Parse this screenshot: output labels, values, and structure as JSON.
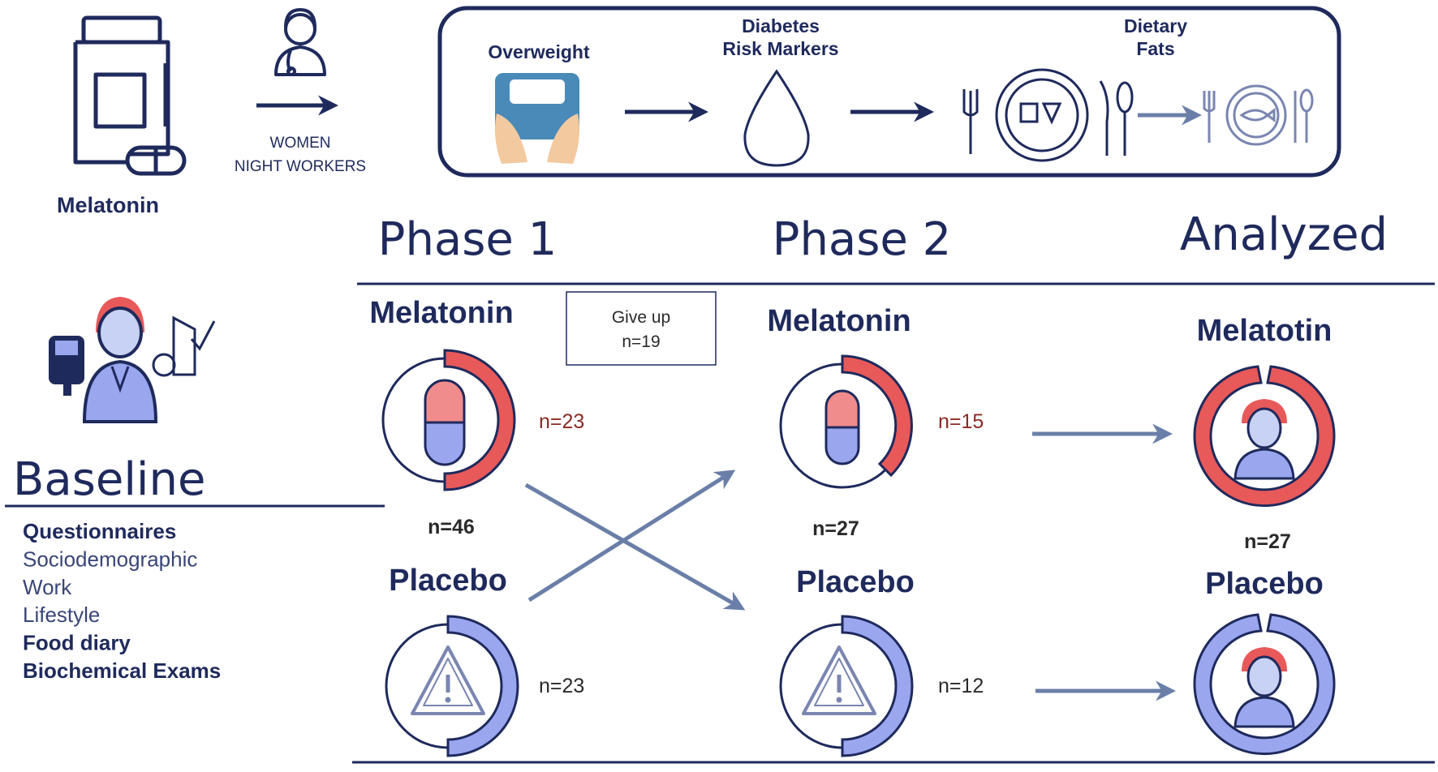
{
  "header": {
    "melatonin_label": "Melatonin",
    "workers_line1": "WOMEN",
    "workers_line2": "NIGHT WORKERS",
    "flow": {
      "overweight": "Overweight",
      "diabetes_line1": "Diabetes",
      "diabetes_line2": "Risk Markers",
      "fats_line1": "Dietary",
      "fats_line2": "Fats"
    }
  },
  "phases": {
    "phase1": "Phase 1",
    "phase2": "Phase 2",
    "analyzed": "Analyzed"
  },
  "baseline": {
    "title": "Baseline",
    "items": [
      {
        "text": "Questionnaires",
        "bold": true
      },
      {
        "text": "Sociodemographic",
        "bold": false
      },
      {
        "text": "Work",
        "bold": false
      },
      {
        "text": "Lifestyle",
        "bold": false
      },
      {
        "text": "Food diary",
        "bold": true
      },
      {
        "text": "Biochemical Exams",
        "bold": true
      }
    ]
  },
  "phase1": {
    "melatonin": "Melatonin",
    "melatonin_n": "n=23",
    "total_n": "n=46",
    "placebo": "Placebo",
    "placebo_n": "n=23",
    "giveup_line1": "Give up",
    "giveup_line2": "n=19"
  },
  "phase2": {
    "melatonin": "Melatonin",
    "melatonin_n": "n=15",
    "total_n": "n=27",
    "placebo": "Placebo",
    "placebo_n": "n=12"
  },
  "analyzed": {
    "melatonin": "Melatotin",
    "total_n": "n=27",
    "placebo": "Placebo"
  },
  "colors": {
    "navy": "#1f2a5c",
    "red": "#e8595a",
    "pink": "#f08c8c",
    "blue": "#9aa6ee",
    "arrow": "#6a7fa8"
  },
  "icons": [
    "pill-bottle-icon",
    "doctor-icon",
    "scale-icon",
    "drop-icon",
    "plate-icon",
    "fish-plate-icon",
    "patient-icon",
    "capsule-icon",
    "warning-icon",
    "person-icon"
  ]
}
